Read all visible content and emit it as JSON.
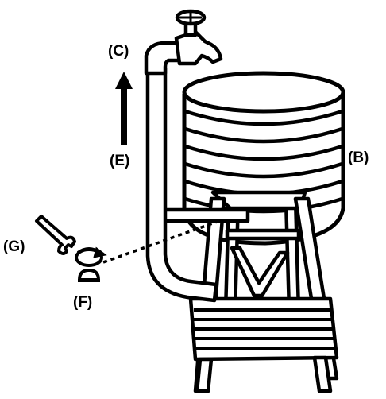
{
  "labels": {
    "b": "(B)",
    "c": "(C)",
    "e": "(E)",
    "f": "(F)",
    "g": "(G)"
  },
  "colors": {
    "ink": "#000000",
    "paper": "#ffffff"
  },
  "icons": [
    "valve-handle-icon",
    "faucet-icon",
    "wrench-icon",
    "union-fitting-icon",
    "arrow-up-icon"
  ]
}
